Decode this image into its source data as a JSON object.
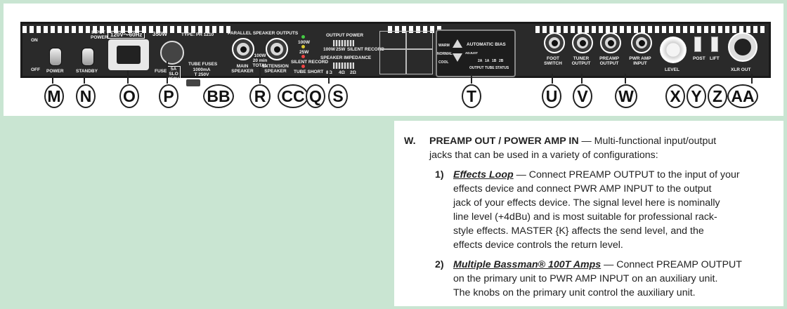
{
  "diagram": {
    "panel_labels": {
      "on": "ON",
      "off": "OFF",
      "power": "POWER",
      "standby": "STANDBY",
      "input_power": "INPUT POWER",
      "voltage": "120V〜60Hz",
      "watts": "350W",
      "type": "TYPE: PR 1210",
      "fuse": "FUSE",
      "fuse_rating": "5A SLO 250V",
      "tube_fuses": "TUBE FUSES",
      "tube_fuse_rating": "1000mA T 250V",
      "parallel_outputs": "PARALLEL SPEAKER OUTPUTS",
      "ohms_total": "100W 20 min TOTAL",
      "main_speaker": "MAIN SPEAKER",
      "extension_speaker": "EXTENSION SPEAKER",
      "led_100w": "100W",
      "led_25w": "25W",
      "silent_record_led": "SILENT RECORD",
      "tube_short": "TUBE SHORT",
      "output_power": "OUTPUT POWER",
      "power_options": [
        "100W",
        "25W",
        "SILENT RECORD"
      ],
      "speaker_impedance": "SPEAKER IMPEDANCE",
      "impedance_options": [
        "8Ω",
        "4Ω",
        "2Ω"
      ],
      "auto_bias": "AUTOMATIC BIAS",
      "adjust": "ADJUST",
      "tube_status": "OUTPUT TUBE STATUS",
      "warm": "WARM",
      "normal": "NORMAL",
      "cool": "COOL",
      "tube_ids": [
        "2A",
        "1A",
        "1B",
        "2B"
      ],
      "foot_switch": "FOOT SWITCH",
      "tuner_output": "TUNER OUTPUT",
      "preamp_output": "PREAMP OUTPUT",
      "pwr_amp_input": "PWR AMP INPUT",
      "level": "LEVEL",
      "post": "POST",
      "lift": "LIFT",
      "xlr_out": "XLR OUT"
    },
    "callouts": [
      "M",
      "N",
      "O",
      "P",
      "BB",
      "R",
      "CC",
      "Q",
      "S",
      "T",
      "U",
      "V",
      "W",
      "X",
      "Y",
      "Z",
      "AA"
    ]
  },
  "doc": {
    "item_letter": "W.",
    "item_title": "PREAMP OUT / POWER AMP IN",
    "item_desc_1": "Multi-functional input/output",
    "item_desc_2": "jacks that can be used in a variety of configurations:",
    "sub1_num": "1)",
    "sub1_title": "Effects Loop",
    "sub1_line1": "Connect PREAMP OUTPUT to the input of your",
    "sub1_line2": "effects device and connect PWR AMP INPUT to the output",
    "sub1_line3": "jack of your effects device. The signal level here is nominally",
    "sub1_line4": "line level (+4dBu) and is most suitable for professional rack-",
    "sub1_line5": "style effects. MASTER {K} affects the send level, and the",
    "sub1_line6": "effects device controls the return level.",
    "sub2_num": "2)",
    "sub2_title": "Multiple Bassman® 100T Amps",
    "sub2_line1": "Connect PREAMP OUTPUT",
    "sub2_line2": "on the primary unit to PWR AMP INPUT on an auxiliary unit.",
    "sub2_line3": "The knobs on the primary unit control the auxiliary unit."
  }
}
